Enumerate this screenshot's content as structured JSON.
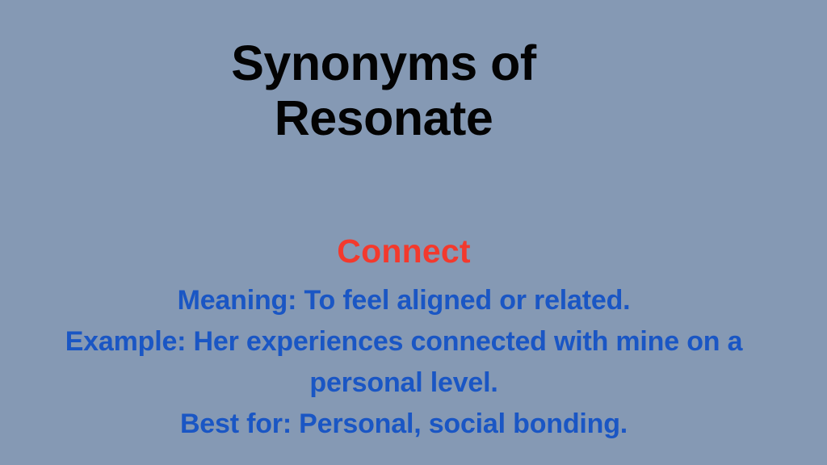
{
  "slide": {
    "background_color": "#8599b4",
    "title": {
      "line1": "Synonyms of",
      "line2": "Resonate",
      "color": "#030303"
    },
    "entry": {
      "headword": "Connect",
      "headword_color": "#f3392d",
      "body_color": "#1a56c4",
      "lines": [
        "Meaning: To feel aligned or related.",
        "Example: Her experiences connected with mine on a",
        "personal level.",
        "Best for: Personal, social bonding."
      ]
    }
  }
}
